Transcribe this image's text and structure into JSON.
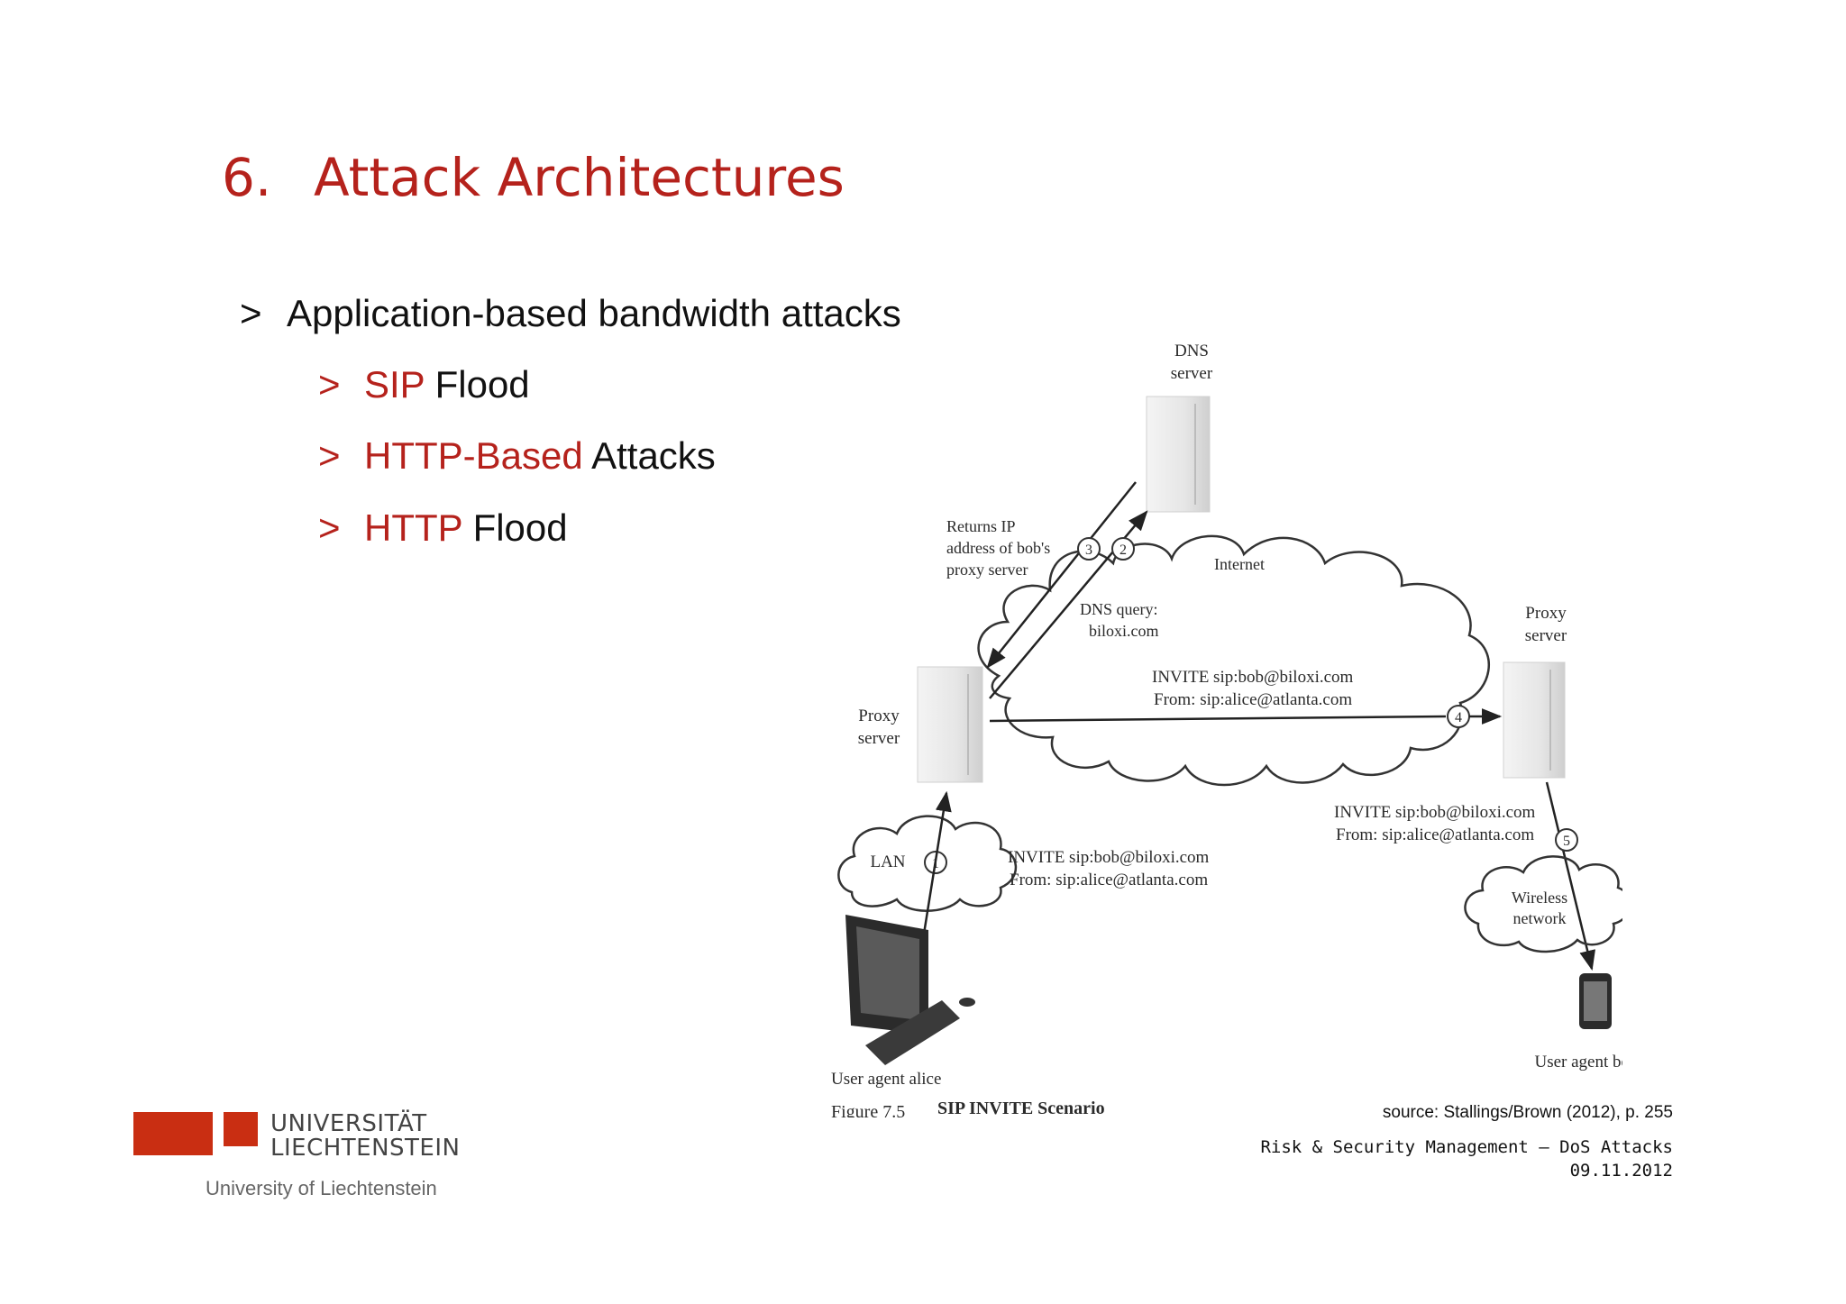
{
  "slide": {
    "title_number": "6.",
    "title_text": "Attack Architectures",
    "bullet_marker": ">",
    "bullet_main": "Application-based bandwidth attacks",
    "sub_bullets": [
      {
        "highlight": "SIP",
        "rest": " Flood"
      },
      {
        "highlight": "HTTP-Based",
        "rest": " Attacks"
      },
      {
        "highlight": "HTTP",
        "rest": " Flood"
      }
    ]
  },
  "figure": {
    "dns_server_line1": "DNS",
    "dns_server_line2": "server",
    "returns_ip_line1": "Returns IP",
    "returns_ip_line2": "address of bob's",
    "returns_ip_line3": "proxy server",
    "internet_label": "Internet",
    "dns_query_line1": "DNS query:",
    "dns_query_line2": "biloxi.com",
    "invite_line1": "INVITE sip:bob@biloxi.com",
    "invite_line2": "From: sip:alice@atlanta.com",
    "proxy_line1": "Proxy",
    "proxy_line2": "server",
    "lan_label": "LAN",
    "wireless_line1": "Wireless",
    "wireless_line2": "network",
    "user_agent_alice": "User agent alice",
    "user_agent_bob": "User agent bob",
    "caption_number": "Figure 7.5",
    "caption_title": "SIP INVITE Scenario",
    "step_labels": [
      "1",
      "2",
      "3",
      "4",
      "5"
    ]
  },
  "source_note": "source: Stallings/Brown (2012), p. 255",
  "footer": {
    "course": "Risk & Security Management – DoS Attacks",
    "date": "09.11.2012"
  },
  "logo": {
    "line1": "UNIVERSITÄT",
    "line2": "LIECHTENSTEIN",
    "subline": "University of Liechtenstein"
  },
  "colors": {
    "accent": "#b5221c",
    "logo_red": "#c92e12"
  }
}
